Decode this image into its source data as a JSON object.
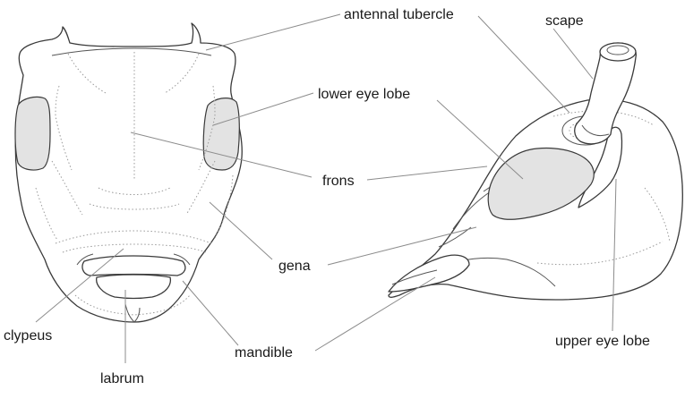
{
  "labels": {
    "antennal_tubercle": "antennal tubercle",
    "scape": "scape",
    "lower_eye_lobe": "lower eye lobe",
    "frons": "frons",
    "gena": "gena",
    "clypeus": "clypeus",
    "labrum": "labrum",
    "mandible": "mandible",
    "upper_eye_lobe": "upper eye lobe"
  },
  "colors": {
    "eye_fill": "#e3e3e3",
    "outline": "#3a3a3a",
    "leader": "#8c8c8c"
  }
}
